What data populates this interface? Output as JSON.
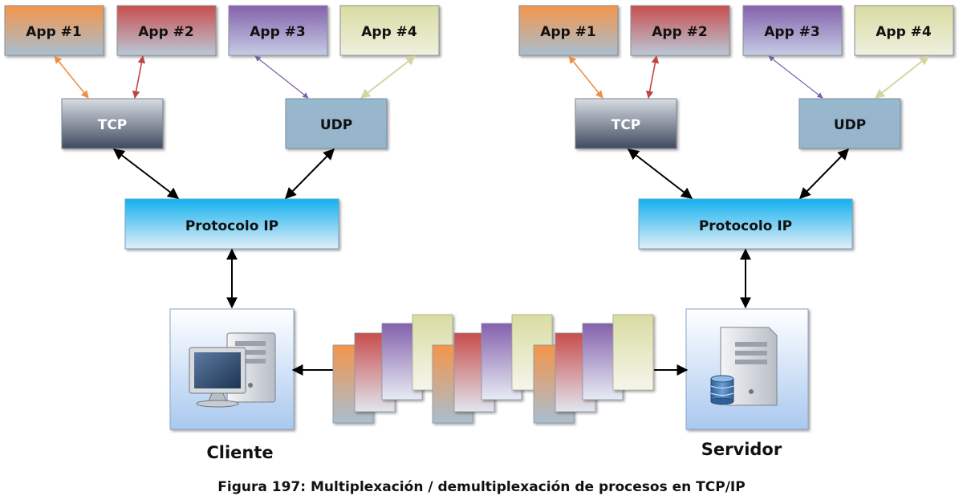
{
  "client_stack": {
    "apps": [
      "App #1",
      "App #2",
      "App #3",
      "App #4"
    ],
    "tcp": "TCP",
    "udp": "UDP",
    "ip": "Protocolo IP"
  },
  "server_stack": {
    "apps": [
      "App #1",
      "App #2",
      "App #3",
      "App #4"
    ],
    "tcp": "TCP",
    "udp": "UDP",
    "ip": "Protocolo IP"
  },
  "client_label": "Cliente",
  "server_label": "Servidor",
  "caption": "Figura 197: Multiplexación / demultiplexación de procesos en TCP/IP",
  "colors": {
    "app1": "#f0964a",
    "app2": "#c8504f",
    "app3": "#8a6ab0",
    "app4": "#d7dba4",
    "tcp": "#5a6476",
    "udp": "#98b6cc",
    "ip": "#19b4ee",
    "host": "#aecbf0"
  }
}
